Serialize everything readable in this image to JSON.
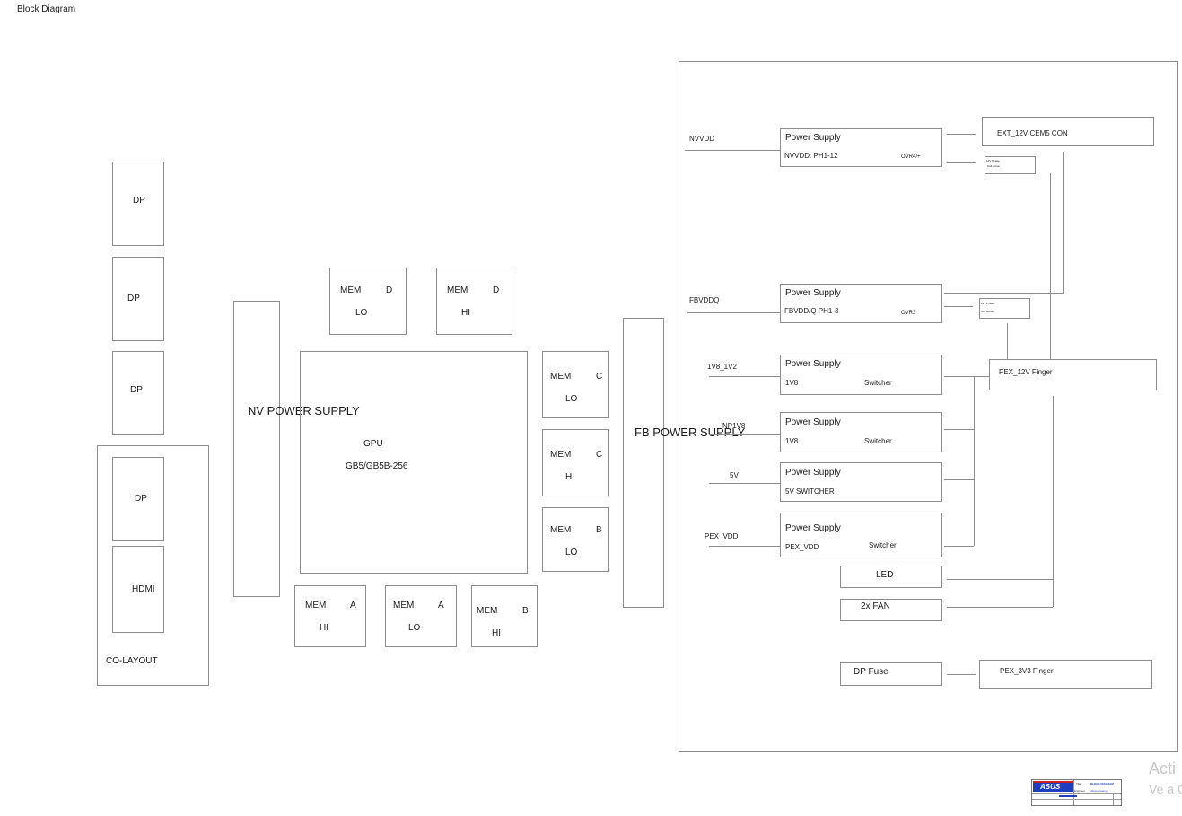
{
  "page_title": "Block Diagram",
  "connectors": {
    "dp1": "DP",
    "dp2": "DP",
    "dp3": "DP",
    "dp4": "DP",
    "hdmi": "HDMI",
    "co_layout": "CO-LAYOUT"
  },
  "nv_power_supply": "NV POWER SUPPLY",
  "fb_power_supply": "FB POWER SUPPLY",
  "gpu": {
    "line1": "GPU",
    "line2": "GB5/GB5B-256"
  },
  "memory": {
    "d_lo": {
      "name": "MEM",
      "channel": "D",
      "half": "LO"
    },
    "d_hi": {
      "name": "MEM",
      "channel": "D",
      "half": "HI"
    },
    "c_lo": {
      "name": "MEM",
      "channel": "C",
      "half": "LO"
    },
    "c_hi": {
      "name": "MEM",
      "channel": "C",
      "half": "HI"
    },
    "b_lo": {
      "name": "MEM",
      "channel": "B",
      "half": "LO"
    },
    "a_hi": {
      "name": "MEM",
      "channel": "A",
      "half": "HI"
    },
    "a_lo": {
      "name": "MEM",
      "channel": "A",
      "half": "LO"
    },
    "b_hi": {
      "name": "MEM",
      "channel": "B",
      "half": "HI"
    }
  },
  "rails": {
    "nvvdd": "NVVDD",
    "fbvddq": "FBVDDQ",
    "v1v8_1v2": "1V8_1V2",
    "np1v8": "NP1V8",
    "v5": "5V",
    "pex_vdd": "PEX_VDD"
  },
  "power_supplies": {
    "ps1": {
      "title": "Power Supply",
      "detail": "NVVDD: PH1-12",
      "ctrl": "OVR4/+"
    },
    "ps2": {
      "title": "Power Supply",
      "detail": "FBVDD/Q PH1-3",
      "ctrl": "OVR3"
    },
    "ps3": {
      "title": "Power Supply",
      "detail": "1V8",
      "ctrl": "Switcher"
    },
    "ps4": {
      "title": "Power Supply",
      "detail": "1V8",
      "ctrl": "Switcher"
    },
    "ps5": {
      "title": "Power Supply",
      "detail": "5V SWITCHER"
    },
    "ps6": {
      "title": "Power Supply",
      "detail": "PEX_VDD",
      "ctrl": "Switcher"
    }
  },
  "small_notes": {
    "note1": {
      "line1": "12V Phase",
      "line2": "Null option"
    },
    "note2": {
      "line1": "12V Phase",
      "line2": "Null option"
    }
  },
  "ext_12v": "EXT_12V CEM5 CON",
  "pex_12v": "PEX_12V Finger",
  "pex_3v3": "PEX_3V3 Finger",
  "led": "LED",
  "fan": "2x FAN",
  "dp_fuse": "DP Fuse",
  "title_block": {
    "logo": "ASUS",
    "title_label": "Title",
    "title_value": "BLOCK DIAGRAM",
    "engineer_label": "Engineer",
    "engineer_value": "James Huang"
  },
  "watermark": {
    "line1": "Acti",
    "line2": "Ve a C"
  },
  "colors": {
    "line": "#8c8c8c",
    "logo_blue": "#1d3fbf",
    "logo_red": "#d02020",
    "watermark": "#c7c7c7"
  }
}
